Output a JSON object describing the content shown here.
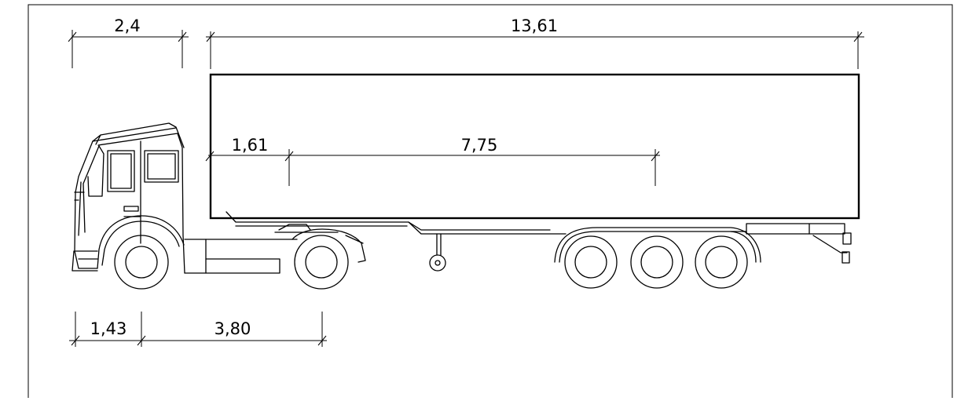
{
  "drawing": {
    "dimensions": {
      "cab_width": "2,4",
      "trailer_length": "13,61",
      "kingpin_offset": "1,61",
      "kingpin_to_axles": "7,75",
      "front_overhang": "1,43",
      "wheelbase": "3,80"
    }
  }
}
